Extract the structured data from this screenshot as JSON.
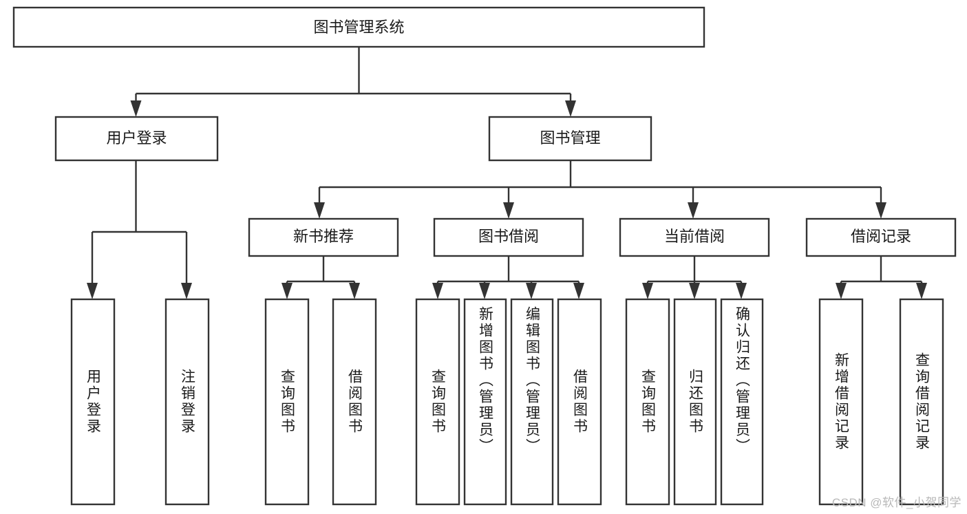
{
  "diagram": {
    "type": "tree",
    "title": "图书管理系统",
    "orientation": "top-down",
    "root": {
      "id": "root",
      "label": "图书管理系统",
      "text_orientation": "horizontal"
    },
    "level2": [
      {
        "id": "user-login",
        "label": "用户登录",
        "text_orientation": "horizontal"
      },
      {
        "id": "book-manage",
        "label": "图书管理",
        "text_orientation": "horizontal"
      }
    ],
    "level3": [
      {
        "id": "new-book-recommend",
        "label": "新书推荐",
        "parent": "book-manage",
        "text_orientation": "horizontal"
      },
      {
        "id": "book-borrow",
        "label": "图书借阅",
        "parent": "book-manage",
        "text_orientation": "horizontal"
      },
      {
        "id": "current-borrow",
        "label": "当前借阅",
        "parent": "book-manage",
        "text_orientation": "horizontal"
      },
      {
        "id": "borrow-record",
        "label": "借阅记录",
        "parent": "book-manage",
        "text_orientation": "horizontal"
      }
    ],
    "leaves": [
      {
        "id": "leaf-user-login",
        "label": "用户登录",
        "parent": "user-login",
        "text_orientation": "vertical"
      },
      {
        "id": "leaf-user-logout",
        "label": "注销登录",
        "parent": "user-login",
        "text_orientation": "vertical"
      },
      {
        "id": "leaf-query-book-1",
        "label": "查询图书",
        "parent": "new-book-recommend",
        "text_orientation": "vertical"
      },
      {
        "id": "leaf-borrow-book-1",
        "label": "借阅图书",
        "parent": "new-book-recommend",
        "text_orientation": "vertical"
      },
      {
        "id": "leaf-query-book-2",
        "label": "查询图书",
        "parent": "book-borrow",
        "text_orientation": "vertical"
      },
      {
        "id": "leaf-add-book",
        "label": "新增图书（管理员）",
        "parent": "book-borrow",
        "text_orientation": "vertical"
      },
      {
        "id": "leaf-edit-book",
        "label": "编辑图书（管理员）",
        "parent": "book-borrow",
        "text_orientation": "vertical"
      },
      {
        "id": "leaf-borrow-book-2",
        "label": "借阅图书",
        "parent": "book-borrow",
        "text_orientation": "vertical"
      },
      {
        "id": "leaf-query-book-3",
        "label": "查询图书",
        "parent": "current-borrow",
        "text_orientation": "vertical"
      },
      {
        "id": "leaf-return-book",
        "label": "归还图书",
        "parent": "current-borrow",
        "text_orientation": "vertical"
      },
      {
        "id": "leaf-confirm-return",
        "label": "确认归还（管理员）",
        "parent": "current-borrow",
        "text_orientation": "vertical"
      },
      {
        "id": "leaf-add-record",
        "label": "新增借阅记录",
        "parent": "borrow-record",
        "text_orientation": "vertical"
      },
      {
        "id": "leaf-query-record",
        "label": "查询借阅记录",
        "parent": "borrow-record",
        "text_orientation": "vertical"
      }
    ],
    "colors": {
      "box_stroke": "#333333",
      "box_fill": "#ffffff",
      "line": "#333333",
      "text": "#1a1a1a",
      "background": "#ffffff",
      "watermark": "#b8b8b8"
    }
  },
  "watermark": {
    "text": "CSDN @软件_小贺同学"
  }
}
